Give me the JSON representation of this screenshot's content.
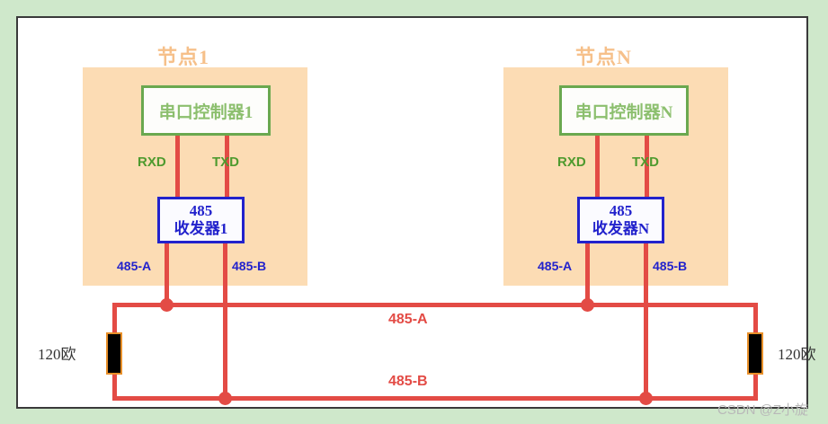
{
  "diagram": {
    "nodes": [
      {
        "title": "节点1",
        "controller_label": "串口控制器1",
        "transceiver_line1": "485",
        "transceiver_line2": "收发器1",
        "rxd_label": "RXD",
        "txd_label": "TXD",
        "pin_a_label": "485-A",
        "pin_b_label": "485-B"
      },
      {
        "title": "节点N",
        "controller_label": "串口控制器N",
        "transceiver_line1": "485",
        "transceiver_line2": "收发器N",
        "rxd_label": "RXD",
        "txd_label": "TXD",
        "pin_a_label": "485-A",
        "pin_b_label": "485-B"
      }
    ],
    "bus": {
      "line_a_label": "485-A",
      "line_b_label": "485-B"
    },
    "terminators": [
      {
        "label": "120欧"
      },
      {
        "label": "120欧"
      }
    ],
    "watermark": "CSDN @Z小旋",
    "colors": {
      "background": "#cfe8cb",
      "panel": "#fcdcb4",
      "wire": "#e34b45",
      "controller_border": "#6aa84f",
      "transceiver_border": "#2222cc",
      "resistor_border": "#e8902a"
    }
  }
}
